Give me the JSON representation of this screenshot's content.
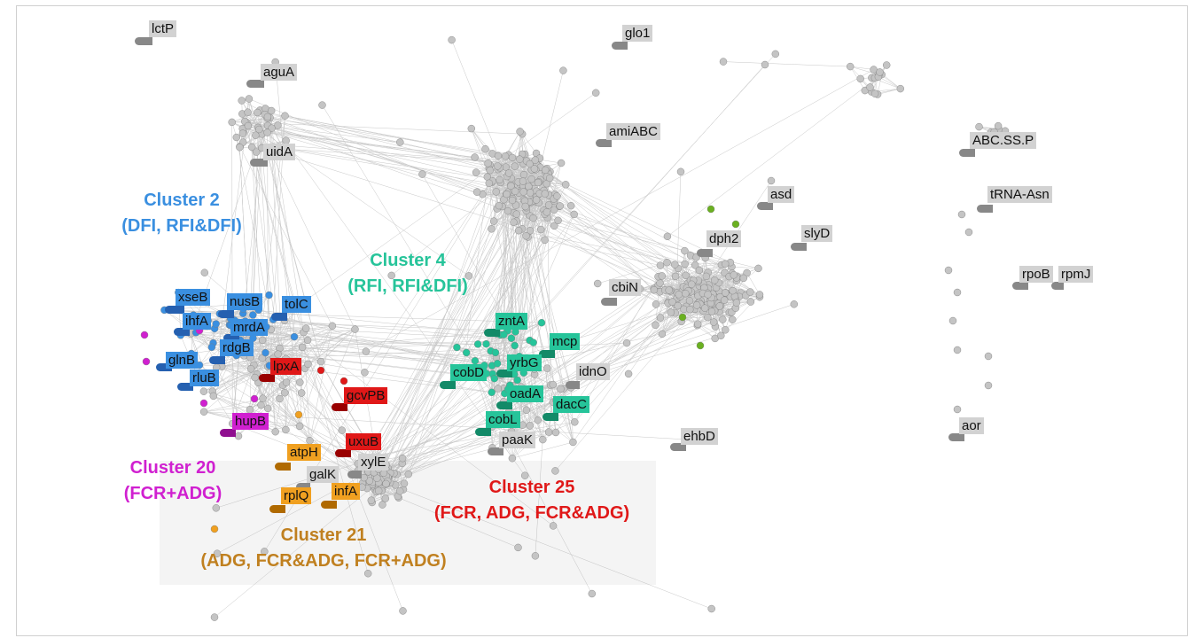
{
  "genes": {
    "lctP": "lctP",
    "aguA": "aguA",
    "uidA": "uidA",
    "glo1": "glo1",
    "amiABC": "amiABC",
    "asd": "asd",
    "dph2": "dph2",
    "slyD": "slyD",
    "cbiN": "cbiN",
    "ABC_SS_P": "ABC.SS.P",
    "tRNA_Asn": "tRNA-Asn",
    "rpoB": "rpoB",
    "rpmJ": "rpmJ",
    "aor": "aor",
    "ehbD": "ehbD",
    "xseB": "xseB",
    "nusB": "nusB",
    "tolC": "tolC",
    "ihfA": "ihfA",
    "mrdA": "mrdA",
    "rdgB": "rdgB",
    "glnB": "glnB",
    "rluB": "rluB",
    "hupB": "hupB",
    "lpxA": "lpxA",
    "gcvPB": "gcvPB",
    "uxuB": "uxuB",
    "atpH": "atpH",
    "galK": "galK",
    "xylE": "xylE",
    "infA": "infA",
    "rplQ": "rplQ",
    "zntA": "zntA",
    "mcp": "mcp",
    "yrbG": "yrbG",
    "cobD": "cobD",
    "idnO": "idnO",
    "oadA": "oadA",
    "dacC": "dacC",
    "cobL": "cobL",
    "paaK": "paaK"
  },
  "clusters": {
    "c2": {
      "name": "Cluster 2",
      "traits": "(DFI, RFI&DFI)",
      "color": "#3a8fe0"
    },
    "c4": {
      "name": "Cluster 4",
      "traits": "(RFI, RFI&DFI)",
      "color": "#26c49a"
    },
    "c20": {
      "name": "Cluster 20",
      "traits": "(FCR+ADG)",
      "color": "#d020d0"
    },
    "c21": {
      "name": "Cluster 21",
      "traits": "(ADG, FCR&ADG, FCR+ADG)",
      "color": "#c08020"
    },
    "c25": {
      "name": "Cluster 25",
      "traits": "(FCR, ADG, FCR&ADG)",
      "color": "#e01818"
    }
  },
  "colors": {
    "edge": "#9a9a9a",
    "node": "#c4c4c4",
    "blue": "#3a8fe0",
    "teal": "#26c49a",
    "red": "#e01818",
    "orange": "#f0a020",
    "magenta": "#d020d0",
    "green": "#6ab020"
  }
}
